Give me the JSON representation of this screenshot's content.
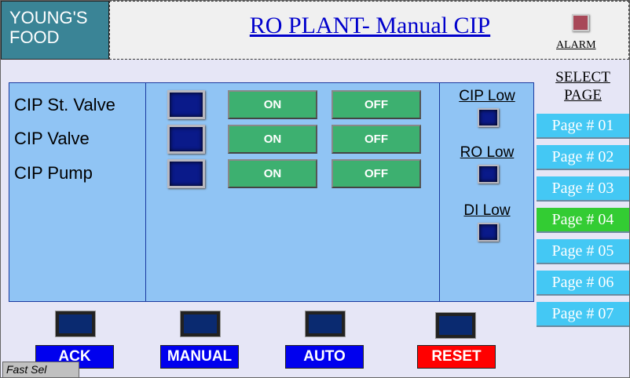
{
  "header": {
    "logo": "YOUNG'S FOOD",
    "title": "RO PLANT- Manual CIP",
    "alarm_label": "ALARM"
  },
  "devices": [
    {
      "label": "CIP St. Valve",
      "on": "ON",
      "off": "OFF"
    },
    {
      "label": "CIP Valve",
      "on": "ON",
      "off": "OFF"
    },
    {
      "label": "CIP Pump",
      "on": "ON",
      "off": "OFF"
    }
  ],
  "levels": [
    {
      "label": "CIP Low"
    },
    {
      "label": "RO Low"
    },
    {
      "label": "DI Low"
    }
  ],
  "select_page": {
    "title": "SELECT PAGE",
    "pages": [
      "Page # 01",
      "Page # 02",
      "Page # 03",
      "Page # 04",
      "Page # 05",
      "Page # 06",
      "Page # 07"
    ],
    "active": "Page # 04"
  },
  "bottom": {
    "ack": "ACK",
    "manual": "MANUAL",
    "auto": "AUTO",
    "reset": "RESET"
  },
  "fast_sel": "Fast Sel",
  "colors": {
    "logo": "#3a8496",
    "panel": "#90c4f4",
    "page_btn": "#44c8f4",
    "page_active": "#33cc33",
    "on_btn": "#3db070",
    "reset": "#ff0000",
    "blue_btn": "#0000ee"
  }
}
